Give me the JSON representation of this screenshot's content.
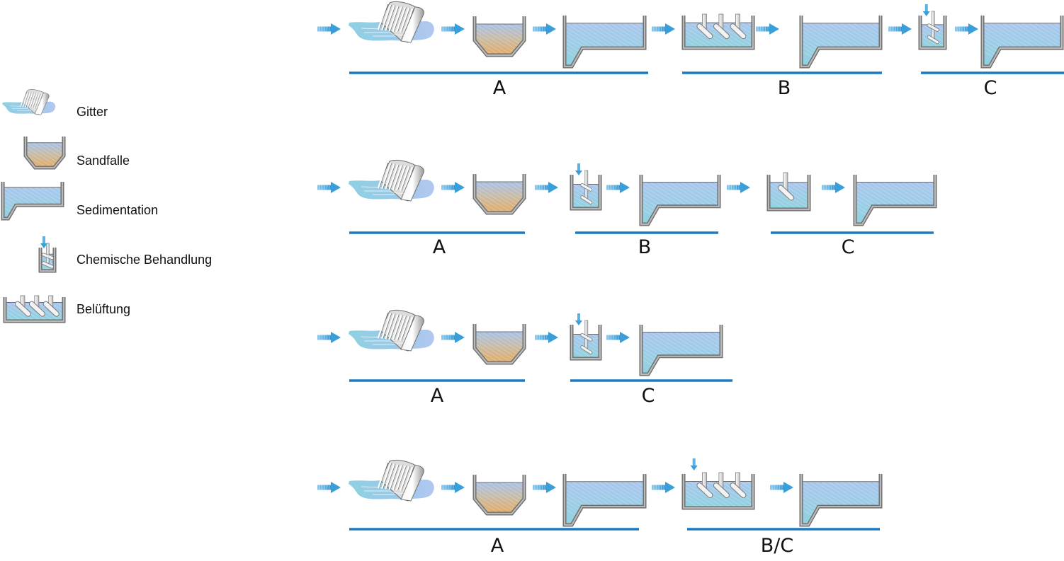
{
  "colors": {
    "accent_line": "#1a7ac4",
    "arrow": "#3a9fd8",
    "water_top": "#a9c8ec",
    "water_bottom": "#8fd0df",
    "sand": "#e2ad6c",
    "wall": "#8f8f8f"
  },
  "legend": [
    {
      "icon": "screen-icon",
      "label": "Gitter"
    },
    {
      "icon": "grit-chamber-icon",
      "label": "Sandfalle"
    },
    {
      "icon": "sedimentation-tank-icon",
      "label": "Sedimentation"
    },
    {
      "icon": "chemical-treatment-icon",
      "label": "Chemische Behandlung"
    },
    {
      "icon": "aeration-tank-icon",
      "label": "Belüftung"
    }
  ],
  "rows": [
    {
      "units": [
        "screen",
        "grit",
        "sedimentation",
        "aeration",
        "sedimentation",
        "chemical",
        "sedimentation"
      ],
      "stages": [
        "A",
        "B",
        "C"
      ]
    },
    {
      "units": [
        "screen",
        "grit",
        "chemical",
        "sedimentation",
        "mixer",
        "sedimentation"
      ],
      "stages": [
        "A",
        "B",
        "C"
      ]
    },
    {
      "units": [
        "screen",
        "grit",
        "chemical",
        "sedimentation"
      ],
      "stages": [
        "A",
        "C"
      ]
    },
    {
      "units": [
        "screen",
        "grit",
        "sedimentation",
        "aeration_dosed",
        "sedimentation"
      ],
      "stages": [
        "A",
        "B/C"
      ]
    }
  ]
}
